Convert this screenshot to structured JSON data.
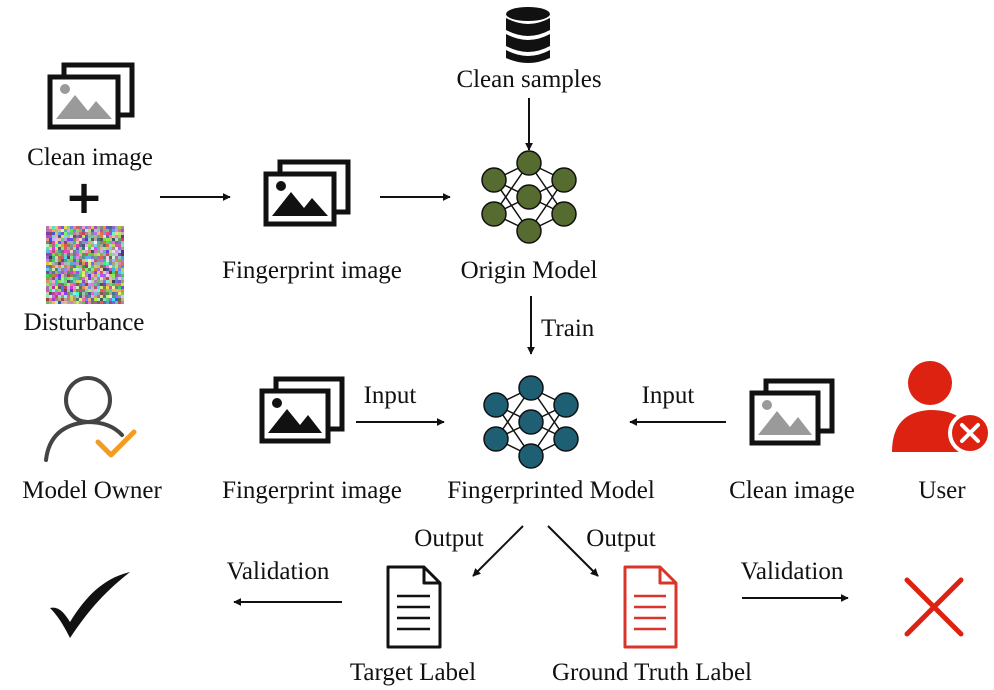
{
  "labels": {
    "clean_samples": "Clean samples",
    "clean_image_top": "Clean image",
    "disturbance": "Disturbance",
    "fingerprint_image_top": "Fingerprint image",
    "origin_model": "Origin Model",
    "train": "Train",
    "input_left": "Input",
    "input_right": "Input",
    "model_owner": "Model Owner",
    "fingerprint_image_mid": "Fingerprint image",
    "fingerprinted_model": "Fingerprinted Model",
    "clean_image_mid": "Clean image",
    "user": "User",
    "output_left": "Output",
    "output_right": "Output",
    "validation_left": "Validation",
    "validation_right": "Validation",
    "target_label": "Target Label",
    "ground_truth_label": "Ground Truth Label",
    "plus_sign": "+"
  },
  "colors": {
    "origin_model_nodes": "#556b2f",
    "fingerprinted_model_nodes": "#1e5f74",
    "user_red": "#dd2211",
    "owner_check": "#f39c22",
    "ground_truth_doc": "#d9352b",
    "reject_cross": "#dd2211"
  },
  "icons": {
    "database": "database-icon",
    "image_stack": "image-stack-icon",
    "noise": "noise-image-icon",
    "neural_network": "neural-network-icon",
    "owner": "user-check-icon",
    "user": "user-x-icon",
    "document": "document-icon",
    "check": "checkmark-icon",
    "cross": "cross-icon"
  }
}
